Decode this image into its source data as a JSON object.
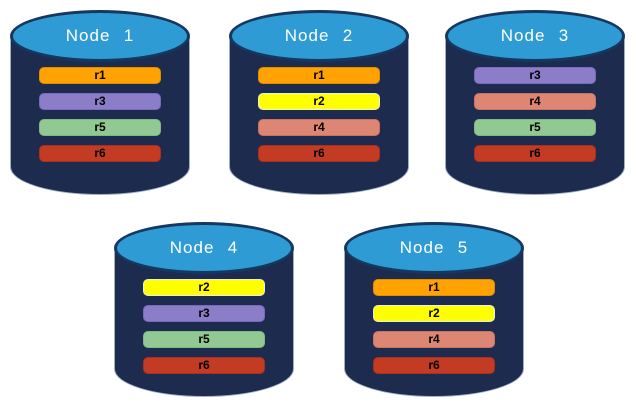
{
  "diagram": {
    "background": "#FFFFFF",
    "nodes": [
      {
        "label": "Node 1",
        "rows": [
          "r1",
          "r3",
          "r5",
          "r6"
        ]
      },
      {
        "label": "Node 2",
        "rows": [
          "r1",
          "r2",
          "r4",
          "r6"
        ]
      },
      {
        "label": "Node 3",
        "rows": [
          "r3",
          "r4",
          "r5",
          "r6"
        ]
      },
      {
        "label": "Node 4",
        "rows": [
          "r2",
          "r3",
          "r5",
          "r6"
        ]
      },
      {
        "label": "Node 5",
        "rows": [
          "r1",
          "r2",
          "r4",
          "r6"
        ]
      }
    ],
    "row_colors": {
      "r1": {
        "fill": "#FFA202",
        "border": "#E08E00",
        "text": "#000000"
      },
      "r2": {
        "fill": "#FFFF00",
        "border": "#EDEDDC",
        "text": "#000000"
      },
      "r3": {
        "fill": "#8C7DC9",
        "border": "#7A6ABC",
        "text": "#000000"
      },
      "r4": {
        "fill": "#DC8673",
        "border": "#CA7260",
        "text": "#000000"
      },
      "r5": {
        "fill": "#92C992",
        "border": "#7FB97F",
        "text": "#000000"
      },
      "r6": {
        "fill": "#C23B22",
        "border": "#AB3019",
        "text": "#000000"
      }
    },
    "cylinder": {
      "body_color": "#1D2B4E",
      "body_outline": "#9FB0C6",
      "top_color": "#2E9BD5",
      "top_border": "#16375F",
      "label_color": "#FFFFFF"
    }
  }
}
